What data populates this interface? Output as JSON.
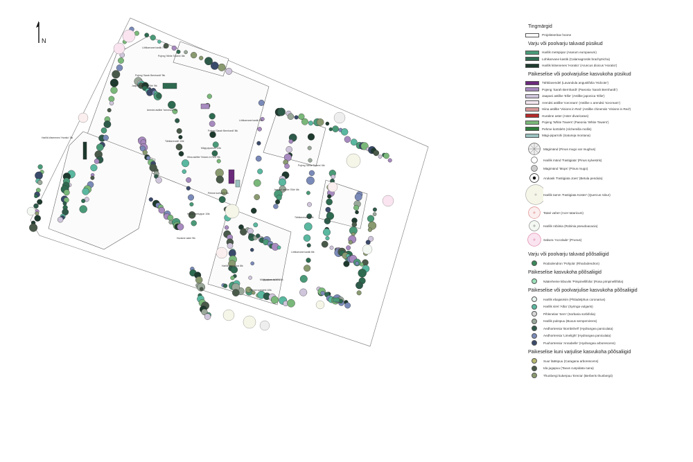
{
  "north_label": "N",
  "legend": {
    "title": "Tingmärgid",
    "existing": "Projekteeritav hoone",
    "shade_perennials_title": "Varju või poolvarju taluvad püsikud",
    "shade_perennials": [
      {
        "label": "Harilik metspipar (Asarum europaeum)",
        "color": "#4a9a78"
      },
      {
        "label": "Lühikarvane kastik (Calamagrostis brachytricha)",
        "color": "#2e6a50"
      },
      {
        "label": "Harilik kitsenenes 'Horatio' (Aruncus dioicus 'Horatio')",
        "color": "#1e3a2e"
      }
    ],
    "sun_perennials_title": "Päikeselise või poolvarjulise kasvukoha püsikud",
    "sun_perennials": [
      {
        "label": "Tähklavendel (Lavandula angustifolia 'Hidcote')",
        "color": "#6a2a7a"
      },
      {
        "label": "Pojeng 'Sarah Bernhardt' (Paeonia 'Sarah Bernhardt')",
        "color": "#a78abf"
      },
      {
        "label": "Jaapani astilbe 'Ellie' (Astilbe japonica 'Ellie')",
        "color": "#d0c6dc"
      },
      {
        "label": "Arendsi astilbe 'Icecream' (Astilbe x arendsii 'Icecream')",
        "color": "#f2e6ee"
      },
      {
        "label": "Hiina astilbe 'Visions in Red' (Astilbe chinensis 'Visions in Red')",
        "color": "#d89a9a"
      },
      {
        "label": "Hurakne aster (Aster divaricatus)",
        "color": "#b52a2a"
      },
      {
        "label": "Pojeng 'White Towers' (Paeonia 'White Towers')",
        "color": "#7ab87a"
      },
      {
        "label": "Pehme kortsleht (Alchemilla mollis)",
        "color": "#2e7a3a"
      },
      {
        "label": "Mägi-piparrohi (Satureja montana)",
        "color": "#9ac2c0"
      }
    ],
    "trees": [
      {
        "label": "Mägimänd (Pinus mugo var mughus)"
      },
      {
        "label": "Harilik mänd 'Fastigiata' (Pinus sylvestris)"
      },
      {
        "label": "Mägimänd 'Mops' (Pinus mugo)"
      },
      {
        "label": "Arukask 'Fastigiata Joes' (Betula pendula)"
      },
      {
        "label": "Harilik tamm 'Fastigiata Koster' (Quercus robur)"
      },
      {
        "label": "Tatari vaher (Acer tataricum)"
      },
      {
        "label": "Harilik robiinia (Robinia pseudoacacia)"
      },
      {
        "label": "Sakura 'Accolade' (Prunus)"
      }
    ],
    "shade_shrubs_title": "Varju või poolvarju taluvad põõsaliigid",
    "shade_shrubs": [
      {
        "label": "Rododendron 'Pohjola' (Rhododendron)",
        "color": "#3a8a5a"
      }
    ],
    "sun_shrubs_title": "Päikeselise kasvukoha põõsaliigid",
    "sun_shrubs": [
      {
        "label": "Nääreheine kibuvits 'Pimpinellifolia' (Rosa pimpinellifolia)",
        "color": "#9ae0b8"
      }
    ],
    "sun_half_shrubs_title": "Päikeselise või poolvarjulise kasvukoha põõsaliigid",
    "sun_half_shrubs": [
      {
        "label": "Harilik ebajasmiin (Philadelphus coronarius)",
        "color": "#e8f4f0"
      },
      {
        "label": "Harilik sirel 'Alba' (Syringa vulgaris)",
        "color": "#5ab8a0"
      },
      {
        "label": "Pihlenelas 'Sem' (Sorbaria sorbifolia)",
        "color": "#d8d8d8"
      },
      {
        "label": "Harilik pukspuu (Buxus sempervirens)",
        "color": "#9aa89a"
      },
      {
        "label": "Aedhortensia 'Bombshell' (Hydrangea paniculata)",
        "color": "#2e5a4a"
      },
      {
        "label": "Aedhortensia 'Limelight' (Hydrangea paniculata)",
        "color": "#7a8ab8"
      },
      {
        "label": "Puuhortensia 'Annabelle' (Hydrangea arborescens)",
        "color": "#3a4a6a"
      }
    ],
    "dry_shrubs_title": "Päikeselise kuni varjulise kasvukoha põõsaliigid",
    "dry_shrubs": [
      {
        "label": "Suur läätspuu (Caragana arborescens)",
        "color": "#b8b870"
      },
      {
        "label": "Ida jugapuu (Taxus cuspidata nana)",
        "color": "#4a5a4a"
      },
      {
        "label": "Thunbergi kukerpuu 'Erecta' (Berberis thunbergii)",
        "color": "#8a9a70"
      }
    ]
  },
  "plan_labels": [
    "Lühikarvane kastik 7tk",
    "Pojeng 'White Towers' 8tk",
    "Pojeng 'Sarah Bernhardt' 9tk",
    "Jaapani astilbe 'Ellie' 9tk",
    "Arendsi astilbe 'Icecream' 9tk",
    "Tähklavendel 10tk",
    "Mägi-piparrohi 12tk",
    "Hiina astilbe 'Visions in Red' 9tk",
    "Pehme kortsleht 9tk",
    "Harilik kitsenenes 'Horatio' 3tk",
    "Harilik metspipar 10tk",
    "Hurakne aster 9tk",
    "Lühikarvane kastik 9tk",
    "Pojeng 'Sarah Bernhardt' 8tk",
    "Jaapani astilbe 'Ellie' 6tk",
    "Pojeng 'White Towers' 6tk",
    "Tähklavendel 12tk",
    "Lühikarvane kastik 8tk",
    "Mägi-piparrohi 10tk",
    "Pehme kortsleht 10tk",
    "Harilik metspipar 8tk",
    "Hurakne aster 10tk"
  ]
}
